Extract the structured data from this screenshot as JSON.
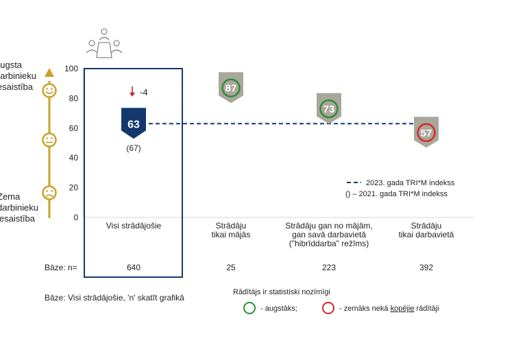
{
  "chart_data": {
    "type": "scatter",
    "y_axis": {
      "ylim": [
        0,
        100
      ],
      "ticks": [
        0,
        20,
        40,
        60,
        80,
        100
      ],
      "top_label": [
        "augsta",
        "darbinieku",
        "iesaistība"
      ],
      "bottom_label": [
        "Zema",
        "darbinieku",
        "iesaistība"
      ]
    },
    "categories": [
      "Visi strādājošie",
      "Strādāju\ntikai mājās",
      "Strādāju gan no mājām,\ngan savā darbavietā\n(\"hibrīddarba\" režīms)",
      "Strādāju\ntikai darbavietā"
    ],
    "values": [
      63,
      87,
      73,
      57
    ],
    "significance": [
      "none",
      "higher",
      "higher",
      "lower"
    ],
    "prev_year_value_text": "(67)",
    "change_text": "-4",
    "reference_line_value": 63,
    "base_label": "Bāze: n=",
    "bases": [
      "640",
      "25",
      "223",
      "392"
    ],
    "legend": {
      "line_label": "2023. gada TRI*M indekss",
      "paren_label": "() – 2021. gada TRI*M indekss"
    },
    "footnote": "Bāze: Visi strādājošie, 'n' skatīt grafikā",
    "significance_legend": {
      "title": "Rādītājs ir statistiski nozīmīgi",
      "higher_label": "-  augstāks;",
      "lower_prefix": "-  zemāks nekā ",
      "lower_underlined": "kopējie",
      "lower_suffix": " rādītāji"
    },
    "colors": {
      "navy": "#14386e",
      "gray_marker": "#a8a79a",
      "green": "#2e8b3a",
      "red": "#d9262e",
      "gold": "#c9a227",
      "arrow_red": "#c0262a"
    }
  }
}
